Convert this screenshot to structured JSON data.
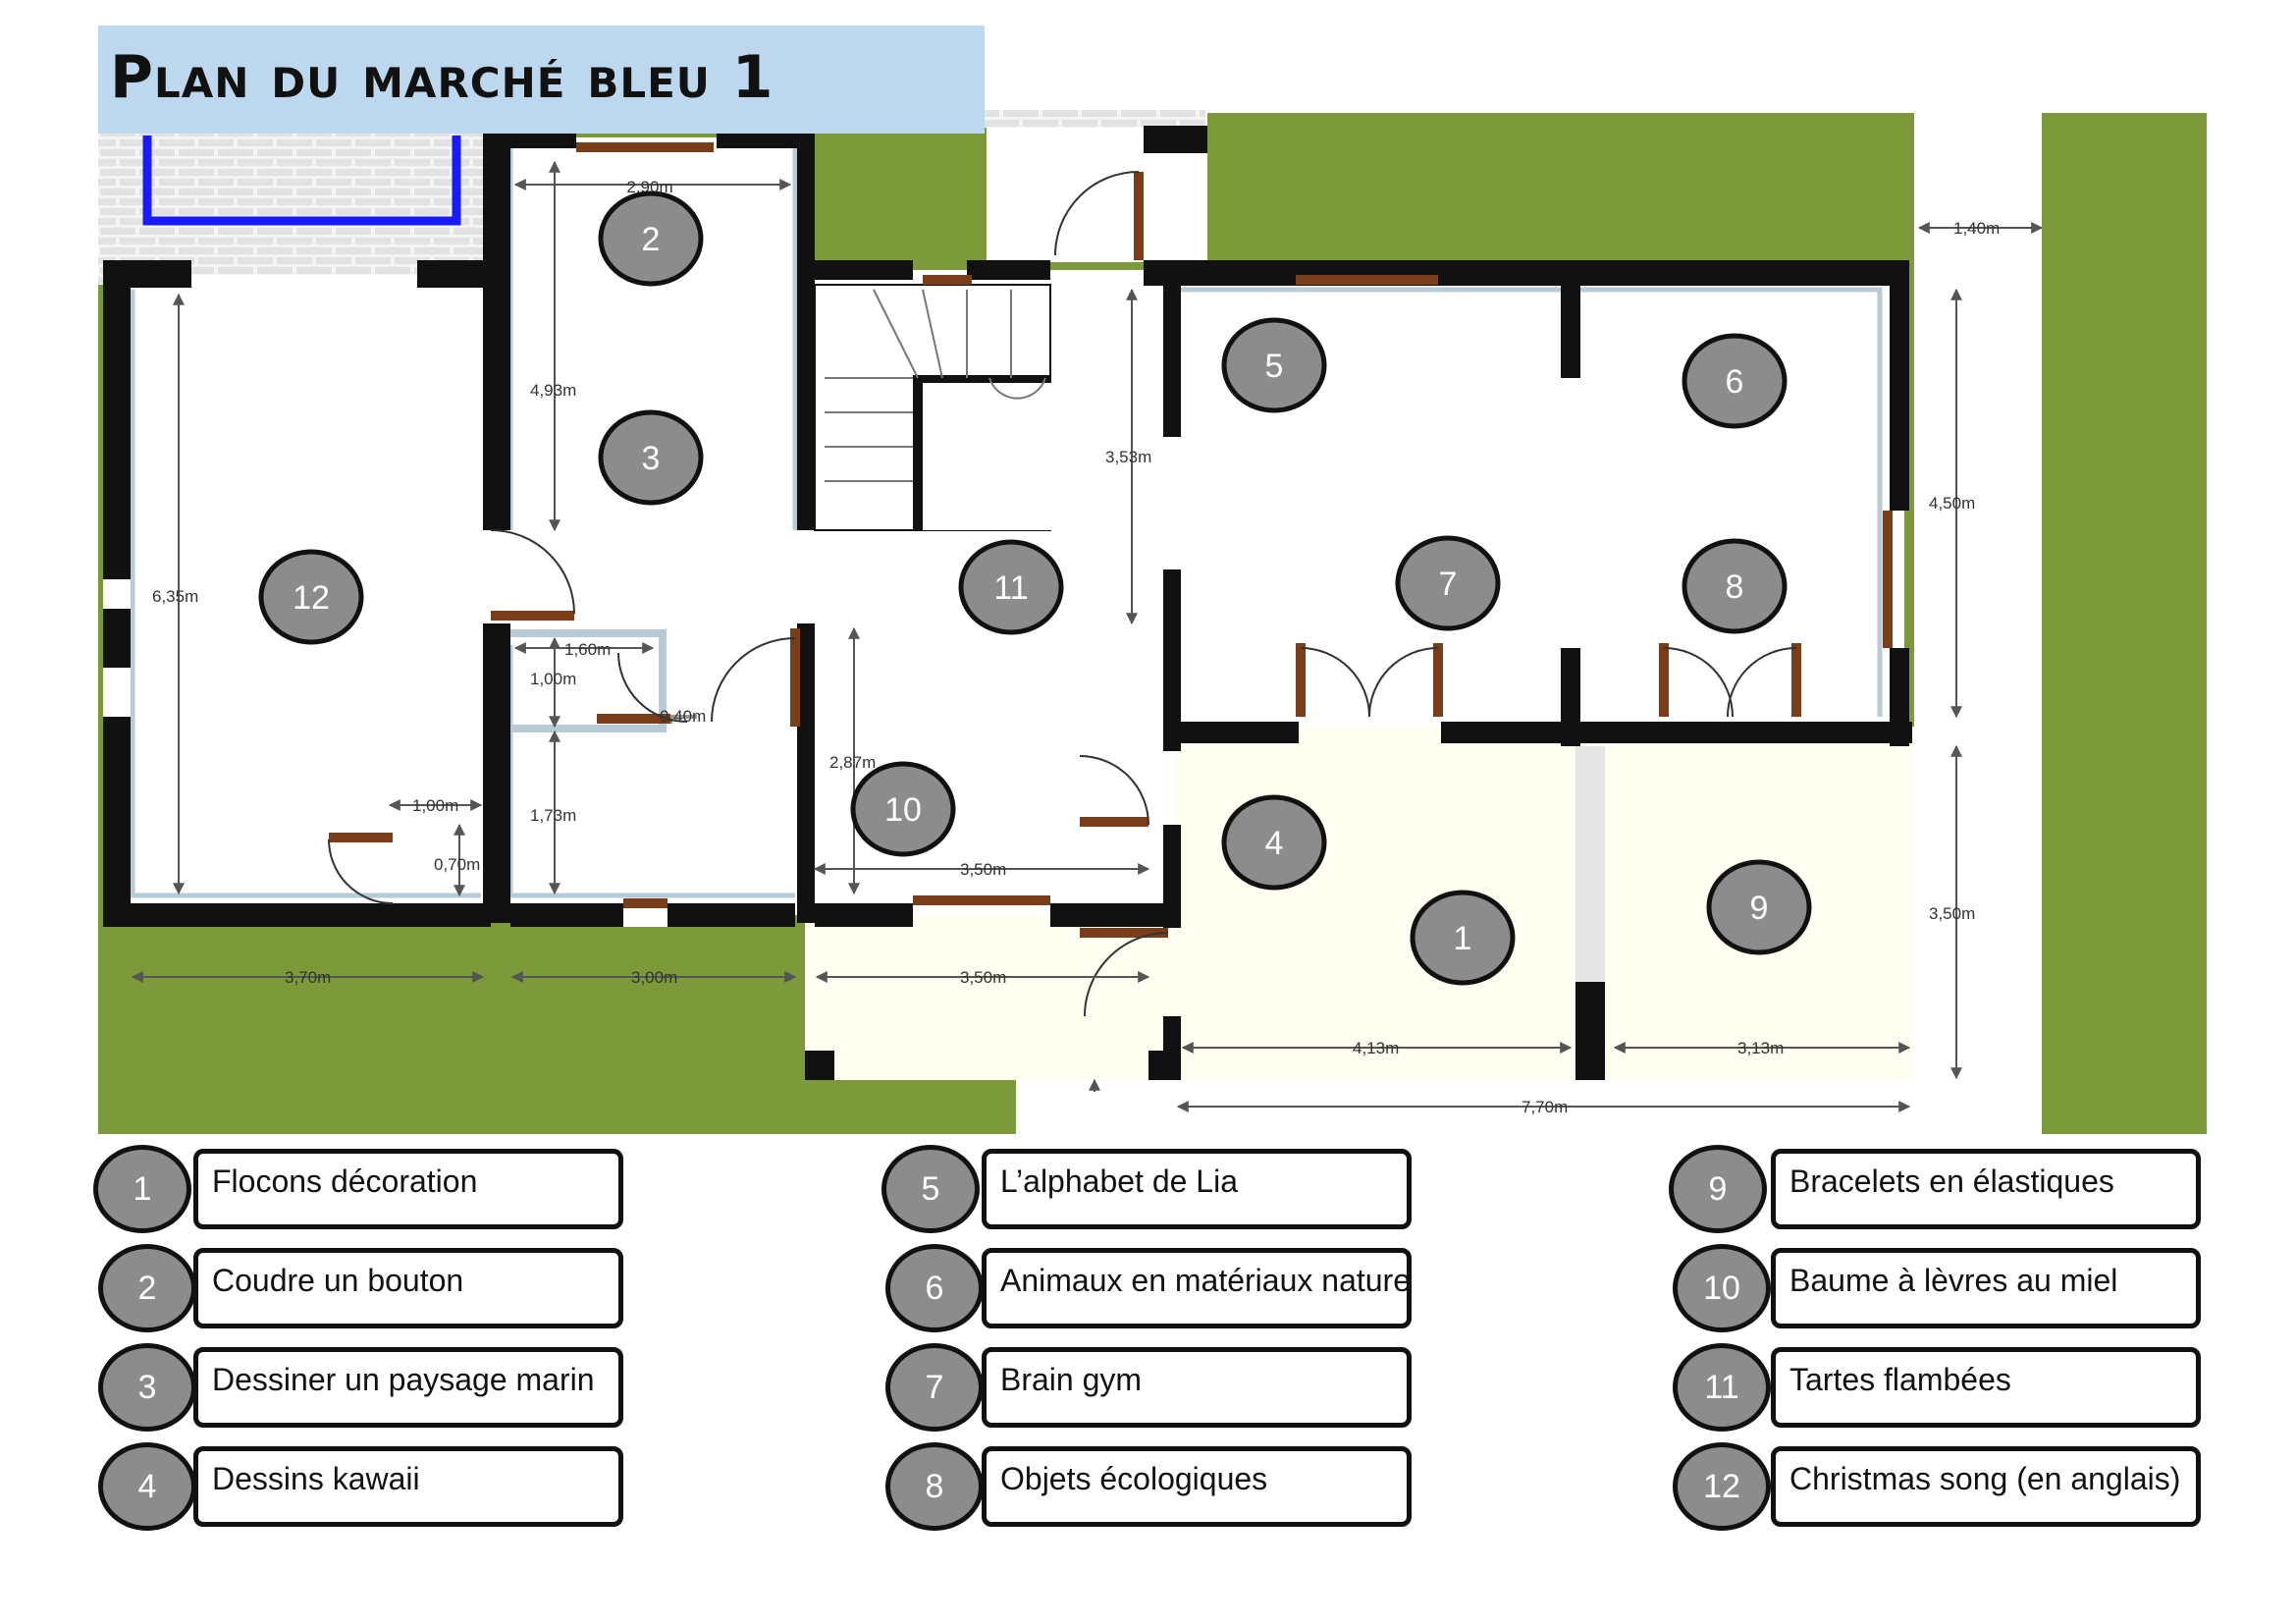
{
  "title": "Plan du marché bleu 1",
  "colors": {
    "grass": "#7c9a3a",
    "floor": "#ffffff",
    "wall": "#111111",
    "door": "#7a3d1a",
    "hall": "#fffef0",
    "pool": "#1a1aff",
    "badge": "#8c8c8c",
    "title_bg": "#bdd7ee"
  },
  "dimensions": {
    "d1": "2,90m",
    "d2": "4,93m",
    "d3": "6,35m",
    "d4": "3,53m",
    "d5": "1,40m",
    "d6": "4,50m",
    "d7": "1,60m",
    "d8": "1,00m",
    "d9": "0,40m",
    "d10": "2,87m",
    "d11": "1,73m",
    "d12": "1,00m",
    "d13": "0,70m",
    "d14": "3,50m",
    "d15": "3,70m",
    "d16": "3,00m",
    "d17": "3,50m",
    "d18": "4,13m",
    "d19": "3,13m",
    "d20": "3,50m",
    "d21": "7,70m"
  },
  "stands": [
    {
      "number": "1",
      "label": "Flocons décoration"
    },
    {
      "number": "2",
      "label": "Coudre un bouton"
    },
    {
      "number": "3",
      "label": "Dessiner un paysage marin"
    },
    {
      "number": "4",
      "label": "Dessins kawaii"
    },
    {
      "number": "5",
      "label": "L’alphabet de Lia"
    },
    {
      "number": "6",
      "label": "Animaux en matériaux naturels"
    },
    {
      "number": "7",
      "label": "Brain gym"
    },
    {
      "number": "8",
      "label": "Objets écologiques"
    },
    {
      "number": "9",
      "label": "Bracelets en élastiques"
    },
    {
      "number": "10",
      "label": "Baume à lèvres au miel"
    },
    {
      "number": "11",
      "label": "Tartes flambées"
    },
    {
      "number": "12",
      "label": "Christmas song (en anglais)"
    }
  ]
}
